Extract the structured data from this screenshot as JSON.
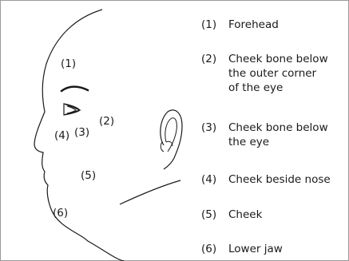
{
  "diagram": {
    "regions": [
      {
        "number": "(1)",
        "label": "Forehead"
      },
      {
        "number": "(2)",
        "label": "Cheek bone below\nthe outer corner\nof the eye"
      },
      {
        "number": "(3)",
        "label": "Cheek bone below\nthe eye"
      },
      {
        "number": "(4)",
        "label": "Cheek beside nose"
      },
      {
        "number": "(5)",
        "label": "Cheek"
      },
      {
        "number": "(6)",
        "label": "Lower jaw"
      }
    ]
  }
}
